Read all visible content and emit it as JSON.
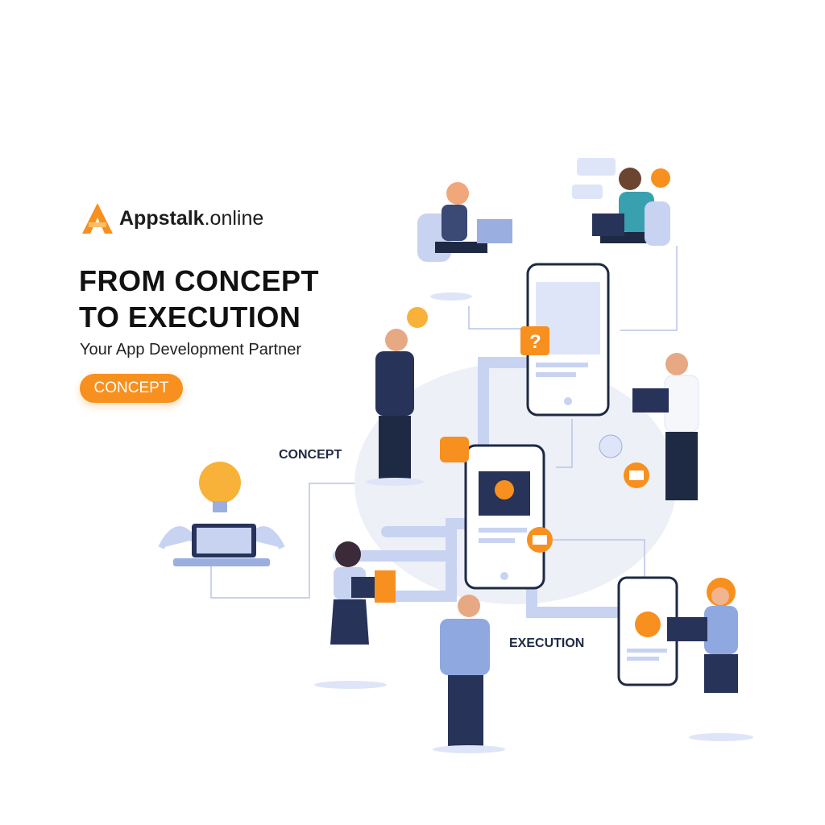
{
  "brand": {
    "name_bold": "Appstalk",
    "name_light": ".online",
    "accent": "#f7901e"
  },
  "hero": {
    "headline_line1": "FROM CONCEPT",
    "headline_line2": "TO EXECUTION",
    "tagline": "Your App Development Partner",
    "cta_label": "CONCEPT"
  },
  "illustration": {
    "concept_label": "CONCEPT",
    "execution_label": "EXECUTION"
  }
}
